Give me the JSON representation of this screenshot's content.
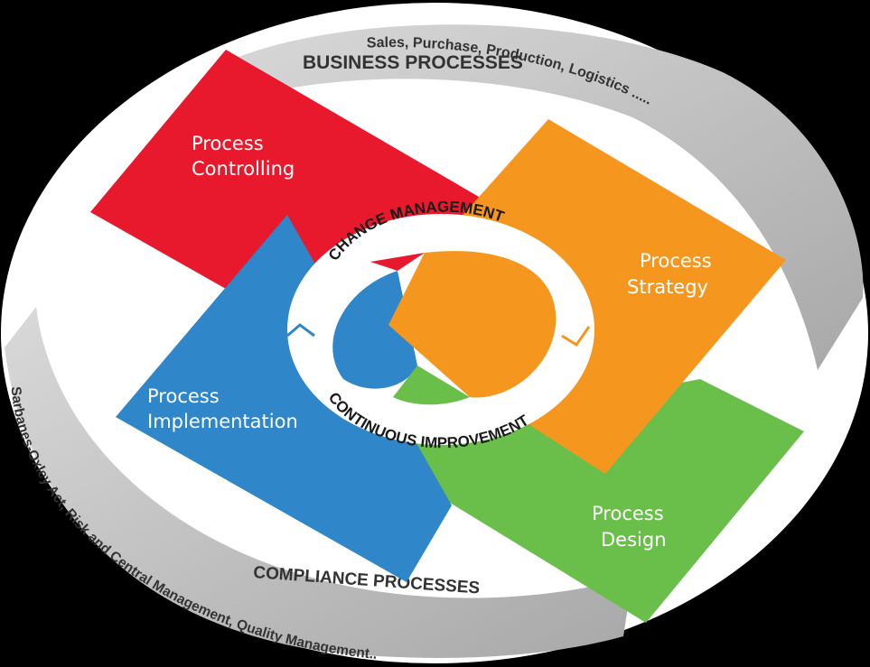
{
  "outer_ring": {
    "top_title": "BUSINESS PROCESSES",
    "top_subtitle": "Sales, Purchase, Production, Logistics .....",
    "bottom_title": "COMPLIANCE PROCESSES",
    "bottom_subtitle": "Sarbanes-Oxley Act, Risk and Central Management, Quality Management.."
  },
  "quadrants": {
    "controlling": {
      "line1": "Process",
      "line2": "Controlling",
      "color": "#e8192c"
    },
    "strategy": {
      "line1": "Process",
      "line2": "Strategy",
      "color": "#f5961e"
    },
    "implementation": {
      "line1": "Process",
      "line2": "Implementation",
      "color": "#2f86c9"
    },
    "design": {
      "line1": "Process",
      "line2": "Design",
      "color": "#6abf4b"
    }
  },
  "center_ring": {
    "top": "CHANGE MANAGEMENT",
    "bottom": "CONTINUOUS IMPROVEMENT"
  },
  "colors": {
    "background": "#000000",
    "ellipse_fill": "#ffffff",
    "ring_gray": "#bdbdbd"
  }
}
